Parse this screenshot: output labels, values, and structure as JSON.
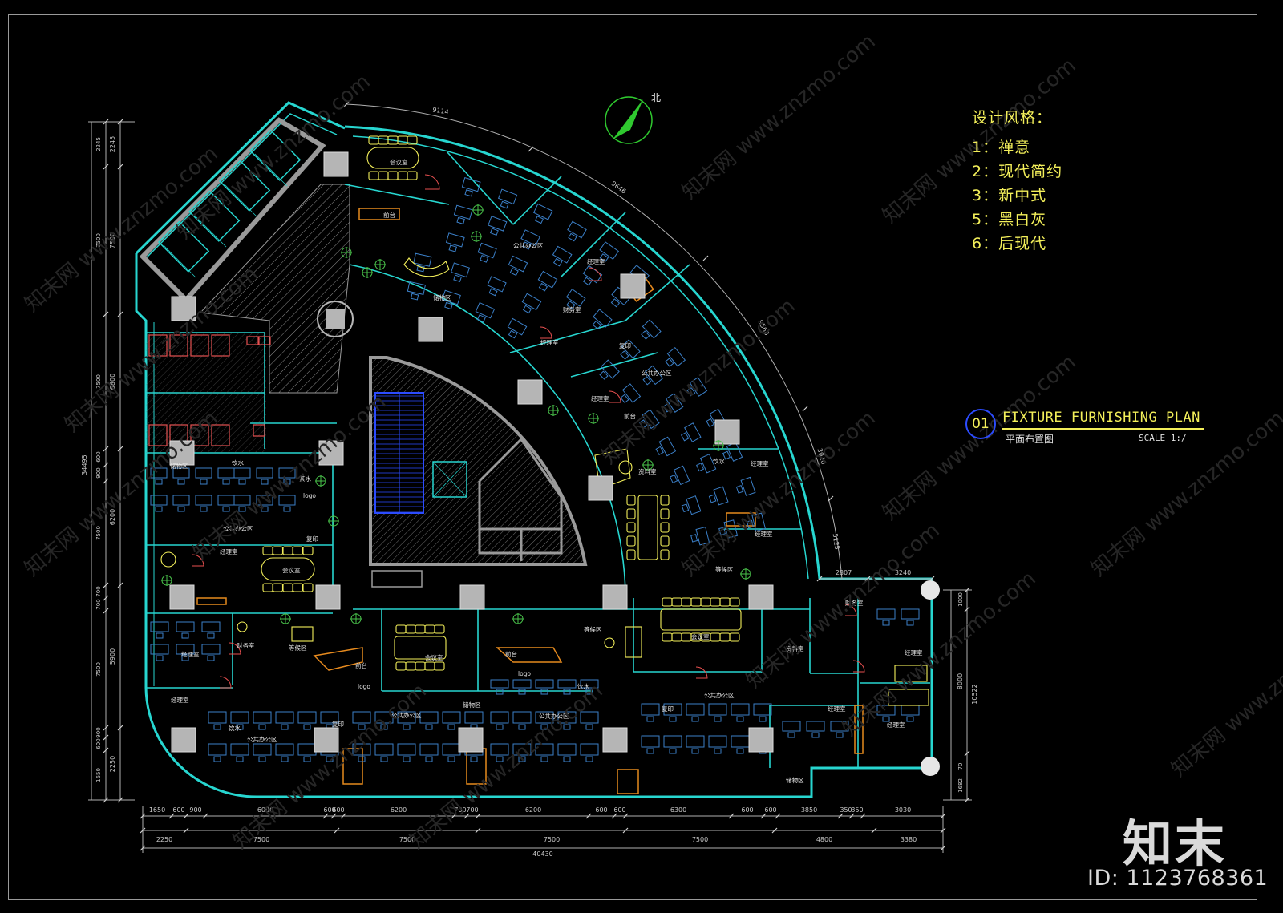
{
  "legend": {
    "heading": "设计风格：",
    "items": [
      "1：禅意",
      "2：现代简约",
      "3：新中式",
      "5：黑白灰",
      "6：后现代"
    ]
  },
  "title_block": {
    "number": "01",
    "title": "FIXTURE FURNISHING PLAN",
    "subtitle": "平面布置图",
    "scale": "SCALE 1:/"
  },
  "north_label": "北",
  "bottom_dims": {
    "row1": [
      "1650",
      "600",
      "900",
      "6000",
      "600",
      "600",
      "6200",
      "700",
      "700",
      "6200",
      "600",
      "600",
      "6300",
      "600",
      "600",
      "3850",
      "350",
      "350",
      "3030"
    ],
    "row2": [
      "2250",
      "7500",
      "7500",
      "7500",
      "7500",
      "4800",
      "3380"
    ],
    "total": "40430"
  },
  "left_dims": {
    "outer": [
      "2245",
      "7500",
      "6800",
      "6200",
      "5900",
      "2250"
    ],
    "inner": [
      "2245",
      "7500",
      "7500",
      "600",
      "900",
      "7500",
      "700",
      "700",
      "7500",
      "900",
      "600",
      "1650"
    ],
    "total": "34495"
  },
  "right_dims": {
    "top": [
      "2807",
      "3240"
    ],
    "side": [
      "1000",
      "8000",
      "10522",
      "1682",
      "70"
    ]
  },
  "arc_dims": [
    "9114",
    "9646",
    "9568",
    "3910",
    "5125"
  ],
  "rooms": [
    "会议室",
    "前台",
    "储物区",
    "公共办公区",
    "经理室",
    "财务室",
    "复印",
    "饮水",
    "等候区",
    "资料室",
    "logo",
    "茶水",
    "休闲区"
  ],
  "brand": "知末",
  "id_label": "ID: 1123768361",
  "watermark": "知末网 www.znzmo.com",
  "colors": {
    "wall": "#27d6d0",
    "furniture": "#3b7fc7",
    "accent": "#f3ef5a",
    "dim": "#b0b0b0",
    "column": "#b5b5b5",
    "red": "#e85050",
    "orange": "#e68a1e"
  }
}
